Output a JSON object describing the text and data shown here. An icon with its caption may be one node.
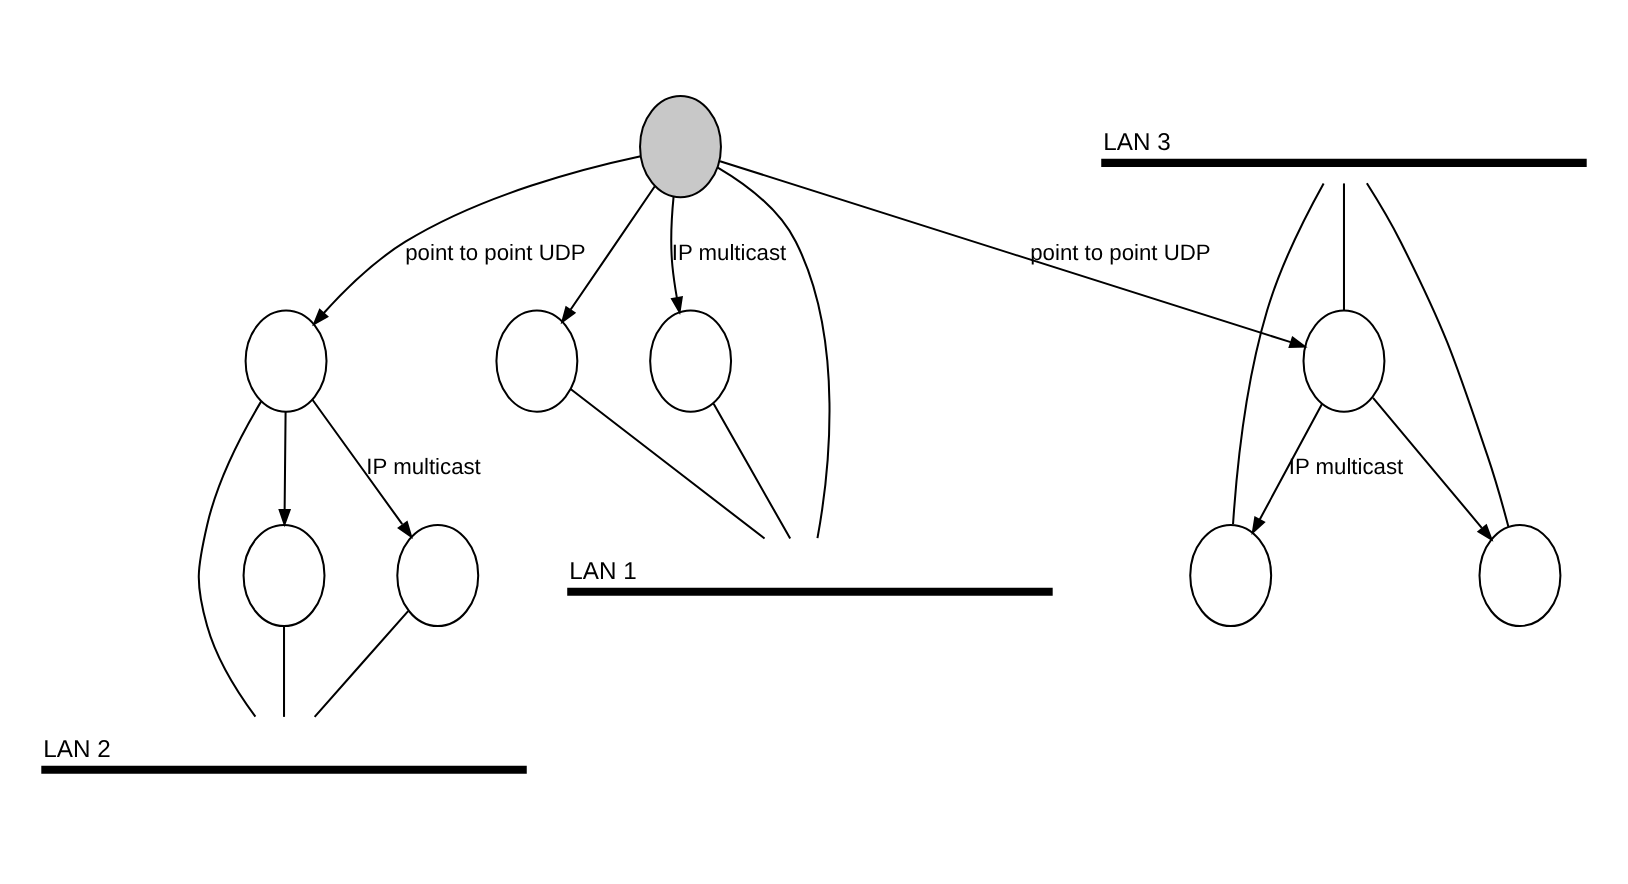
{
  "diagram": {
    "nodes": [
      {
        "text": [],
        "shape": "circle"
      },
      {
        "text": [],
        "shape": "circle"
      },
      {
        "text": [],
        "shape": "circle"
      },
      {
        "text": [],
        "shape": "circle"
      },
      {
        "text": [],
        "shape": "circle"
      },
      {
        "text": [],
        "shape": "circle"
      },
      {
        "text": [
          "LAN 1"
        ]
      },
      {
        "text": [
          "LAN 2"
        ]
      },
      {
        "text": [
          "LAN 3"
        ]
      },
      {
        "text": [],
        "shape": "circle"
      },
      {
        "text": [],
        "shape": "circle"
      },
      {
        "text": [],
        "shape": "circle"
      }
    ],
    "edges": [
      {
        "from": 0,
        "to": 6,
        "arrow": "none"
      },
      {
        "from": 1,
        "to": 6,
        "arrow": "none"
      },
      {
        "from": 2,
        "to": 6,
        "arrow": "none"
      },
      {
        "from": 0,
        "to": 1,
        "arrow": "to"
      },
      {
        "from": 0,
        "to": 2,
        "arrow": "to",
        "label": "IP multicast"
      },
      {
        "from": 0,
        "to": 3,
        "arrow": "to",
        "label": "point to point UDP"
      },
      {
        "from": 3,
        "to": 7,
        "arrow": "none"
      },
      {
        "from": 4,
        "to": 7,
        "arrow": "none"
      },
      {
        "from": 5,
        "to": 7,
        "arrow": "none"
      },
      {
        "from": 3,
        "to": 4,
        "arrow": "to"
      },
      {
        "from": 3,
        "to": 5,
        "arrow": "to",
        "label": "IP multicast"
      },
      {
        "from": 0,
        "to": 9,
        "arrow": "to",
        "label": "point to point UDP"
      },
      {
        "from": 8,
        "to": 9,
        "arrow": "none"
      },
      {
        "from": 8,
        "to": 10,
        "arrow": "none"
      },
      {
        "from": 8,
        "to": 11,
        "arrow": "none"
      },
      {
        "from": 9,
        "to": 10,
        "arrow": "to"
      },
      {
        "from": 9,
        "to": 11,
        "arrow": "to",
        "label": "IP multicast"
      }
    ]
  }
}
